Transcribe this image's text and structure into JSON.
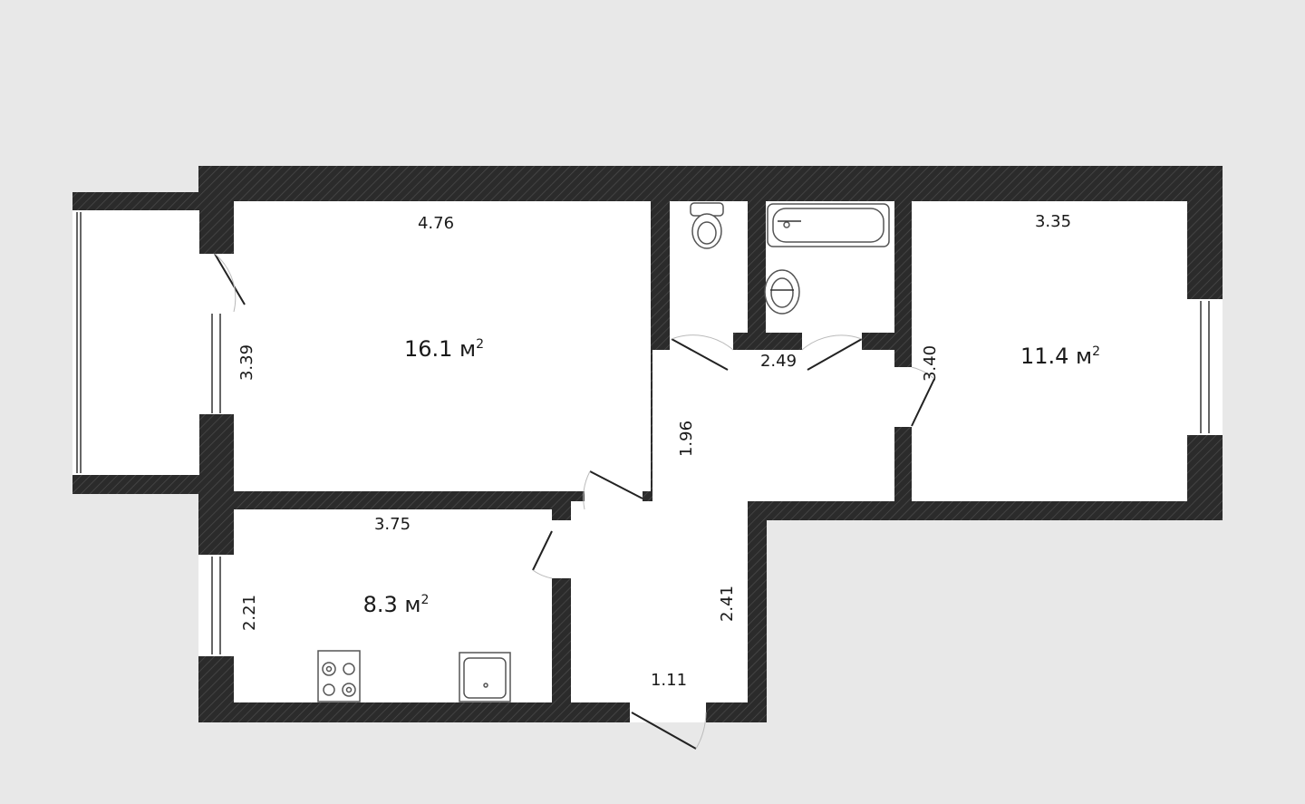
{
  "plan": {
    "background": "#e8e8e8",
    "wall_color": "#2b2b2b",
    "rooms": [
      {
        "id": "living",
        "area_number": "16.1 м",
        "area_sup": "2",
        "width": "4.76",
        "height": "3.39"
      },
      {
        "id": "kitchen",
        "area_number": "8.3 м",
        "area_sup": "2",
        "width": "3.75",
        "height": "2.21"
      },
      {
        "id": "bedroom",
        "area_number": "11.4 м",
        "area_sup": "2",
        "width": "3.35",
        "height": "3.40"
      },
      {
        "id": "hall",
        "width": "2.49",
        "height": "1.96"
      },
      {
        "id": "entrance",
        "width": "1.11",
        "height": "2.41"
      }
    ],
    "fixtures": [
      "toilet-icon",
      "bathtub-icon",
      "washbasin-icon",
      "stove-icon",
      "kitchen-sink-icon"
    ]
  }
}
